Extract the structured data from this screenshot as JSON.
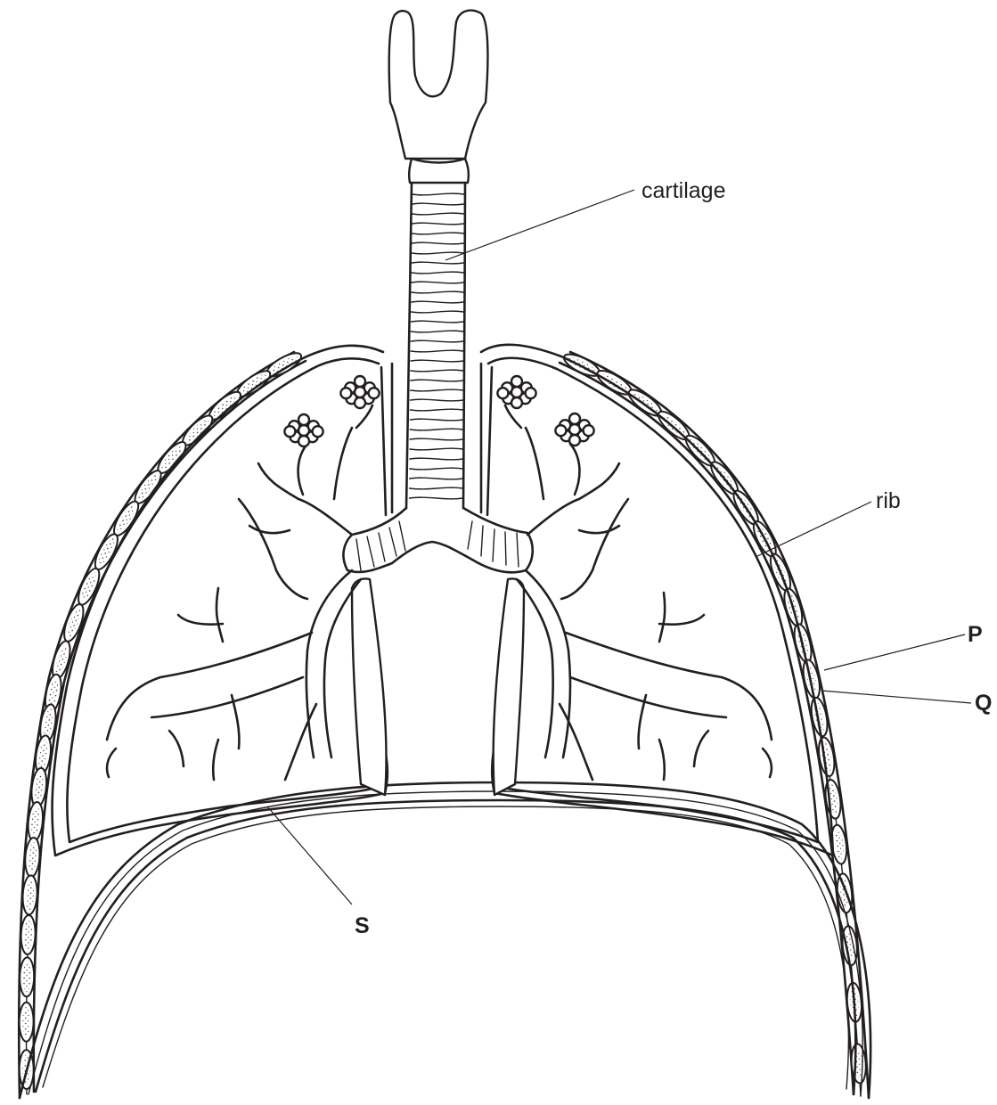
{
  "labels": {
    "cartilage": "cartilage",
    "rib": "rib",
    "p": "P",
    "q": "Q",
    "s": "S"
  },
  "colors": {
    "line": "#231f20",
    "background": "#ffffff"
  }
}
